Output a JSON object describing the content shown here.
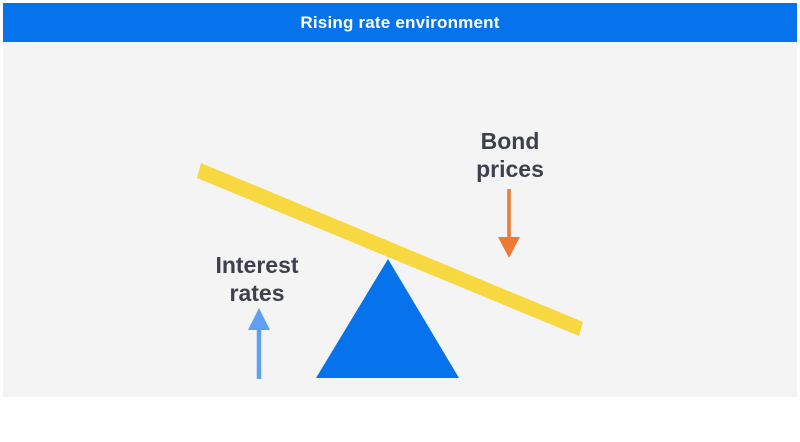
{
  "header": {
    "title": "Rising rate environment"
  },
  "labels": {
    "interest_rates": "Interest\nrates",
    "bond_prices": "Bond\nprices"
  },
  "colors": {
    "header_background": "#0672EC",
    "header_text": "#FFFFFF",
    "canvas_background": "#F4F4F5",
    "page_margin": "#FFFFFF",
    "seesaw_plank": "#F7D840",
    "fulcrum_triangle": "#0672EC",
    "interest_rates_arrow": "#5EA0F2",
    "bond_prices_arrow": "#ED7A33",
    "label_text": "#3D414B"
  }
}
